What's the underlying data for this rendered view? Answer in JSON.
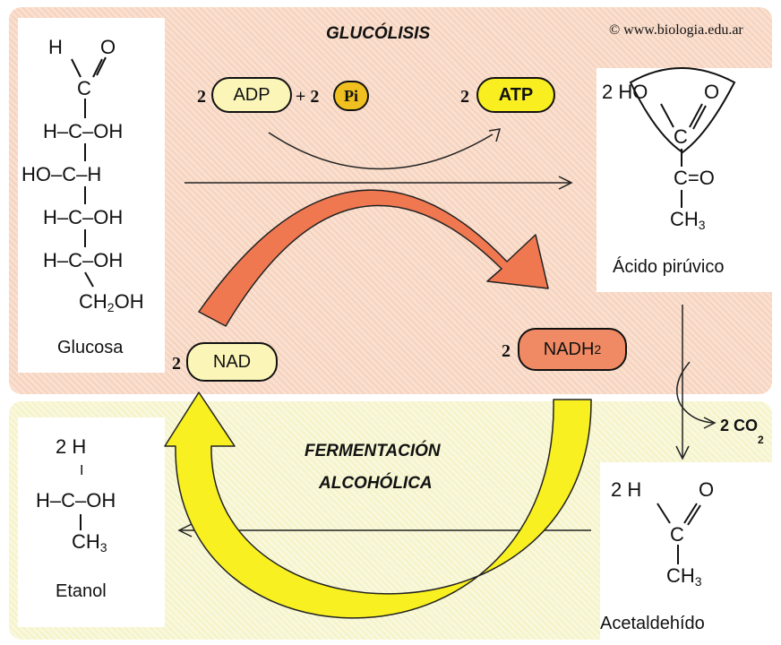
{
  "copyright": "© www.biologia.edu.ar",
  "glycolysis": {
    "title": "GLUCÓLISIS",
    "adp_coef": "2",
    "adp": "ADP",
    "plus_pi": "+ 2",
    "pi": "Pi",
    "atp_coef": "2",
    "atp": "ATP",
    "nad_coef": "2",
    "nad": "NAD",
    "nadh_coef": "2",
    "nadh": "NADH",
    "nadh_sub": "2"
  },
  "glucose": {
    "rows": {
      "r1_h": "H",
      "r1_o": "O",
      "r2": "C",
      "r3": "H–C–OH",
      "r4": "HO–C–H",
      "r5": "H–C–OH",
      "r6": "H–C–OH",
      "r7_main": "CH",
      "r7_sub": "2",
      "r7_end": "OH"
    },
    "name": "Glucosa"
  },
  "pyruvate": {
    "coef": "2 HO",
    "o": "O",
    "c1": "C",
    "c2": "C=O",
    "ch": "CH",
    "ch_sub": "3",
    "name": "Ácido pirúvico"
  },
  "co2": {
    "label": "2 CO",
    "sub": "2"
  },
  "fermentation": {
    "title_line1": "FERMENTACIÓN",
    "title_line2": "ALCOHÓLICA"
  },
  "acetaldehyde": {
    "coef_h": "2 H",
    "o": "O",
    "c": "C",
    "ch": "CH",
    "ch_sub": "3",
    "name": "Acetaldehído"
  },
  "ethanol": {
    "coef_h": "2 H",
    "tick": "I",
    "middle": "H–C–OH",
    "ch": "CH",
    "ch_sub": "3",
    "name": "Etanol"
  },
  "colors": {
    "salmon_arrow": "#f07850",
    "yellow_arrow": "#f8f020",
    "atp_fill": "#f8ee20",
    "nadh_fill": "#f08a64",
    "pale_pill": "#fbf5b8",
    "pi_fill": "#f0c020"
  }
}
